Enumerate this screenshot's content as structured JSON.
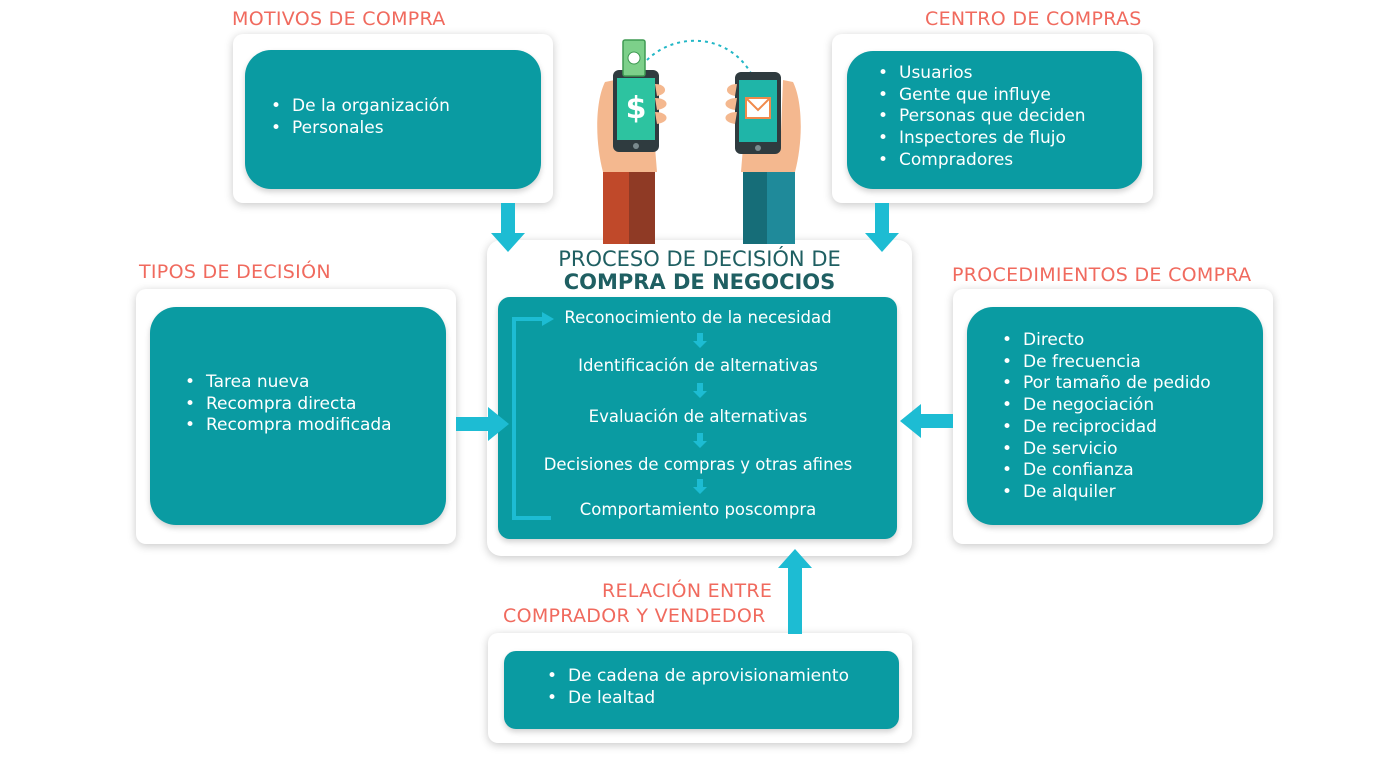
{
  "motivos": {
    "title": "MOTIVOS DE COMPRA",
    "items": [
      "De la organización",
      "Personales"
    ]
  },
  "centro": {
    "title": "CENTRO DE COMPRAS",
    "items": [
      "Usuarios",
      "Gente que influye",
      "Personas que deciden",
      "Inspectores de flujo",
      "Compradores"
    ]
  },
  "tipos": {
    "title": "TIPOS DE DECISIÓN",
    "items": [
      "Tarea nueva",
      "Recompra directa",
      "Recompra modificada"
    ]
  },
  "procedimientos": {
    "title": "PROCEDIMIENTOS DE COMPRA",
    "items": [
      "Directo",
      "De frecuencia",
      "Por tamaño de pedido",
      "De negociación",
      "De reciprocidad",
      "De servicio",
      "De confianza",
      "De alquiler"
    ]
  },
  "relacion": {
    "title_line1": "RELACIÓN ENTRE",
    "title_line2": "COMPRADOR Y VENDEDOR",
    "items": [
      "De cadena de aprovisionamiento",
      "De lealtad"
    ]
  },
  "proceso": {
    "title_line1": "PROCESO DE DECISIÓN DE",
    "title_line2": "COMPRA DE NEGOCIOS",
    "steps": [
      "Reconocimiento de la necesidad",
      "Identificación de alternativas",
      "Evaluación de alternativas",
      "Decisiones de compras y otras afines",
      "Comportamiento poscompra"
    ]
  },
  "colors": {
    "heading": "#f06a5e",
    "panel": "#0a9ba2",
    "arrow": "#1dbcd3",
    "title": "#1f5f62"
  }
}
